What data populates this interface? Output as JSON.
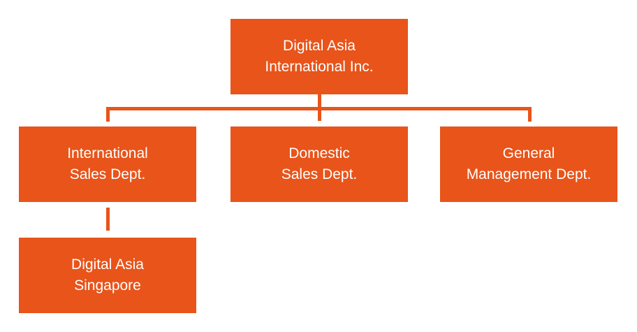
{
  "colors": {
    "box_fill": "#E8541A",
    "connector": "#E8541A",
    "text": "#FFFFFF",
    "background": "#FFFFFF"
  },
  "org_chart": {
    "root": {
      "label": "Digital Asia\nInternational Inc."
    },
    "departments": [
      {
        "label": "International\nSales Dept."
      },
      {
        "label": "Domestic\nSales Dept."
      },
      {
        "label": "General\nManagement Dept."
      }
    ],
    "sub_units": [
      {
        "parent": "International Sales Dept.",
        "label": "Digital Asia\nSingapore"
      }
    ]
  }
}
